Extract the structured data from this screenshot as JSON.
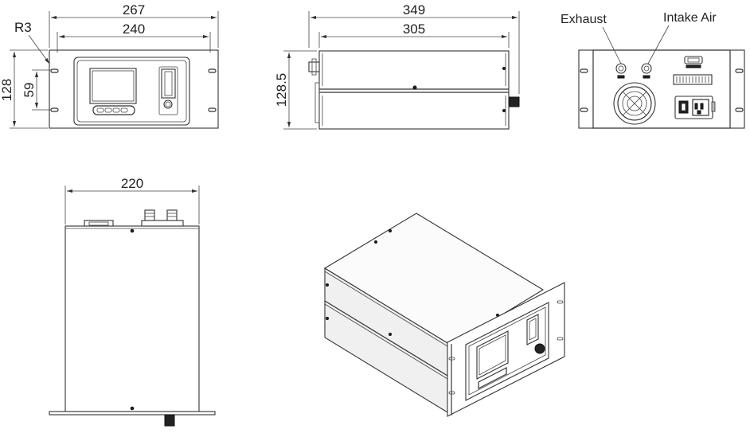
{
  "views": {
    "front": {
      "width_outer": "267",
      "width_inner": "240",
      "height_total": "128",
      "height_inner": "59",
      "radius": "R3"
    },
    "side": {
      "depth_total": "349",
      "depth_body": "305",
      "height": "128.5"
    },
    "rear": {
      "label_exhaust": "Exhaust",
      "label_intake": "Intake Air"
    },
    "top": {
      "width": "220"
    }
  }
}
